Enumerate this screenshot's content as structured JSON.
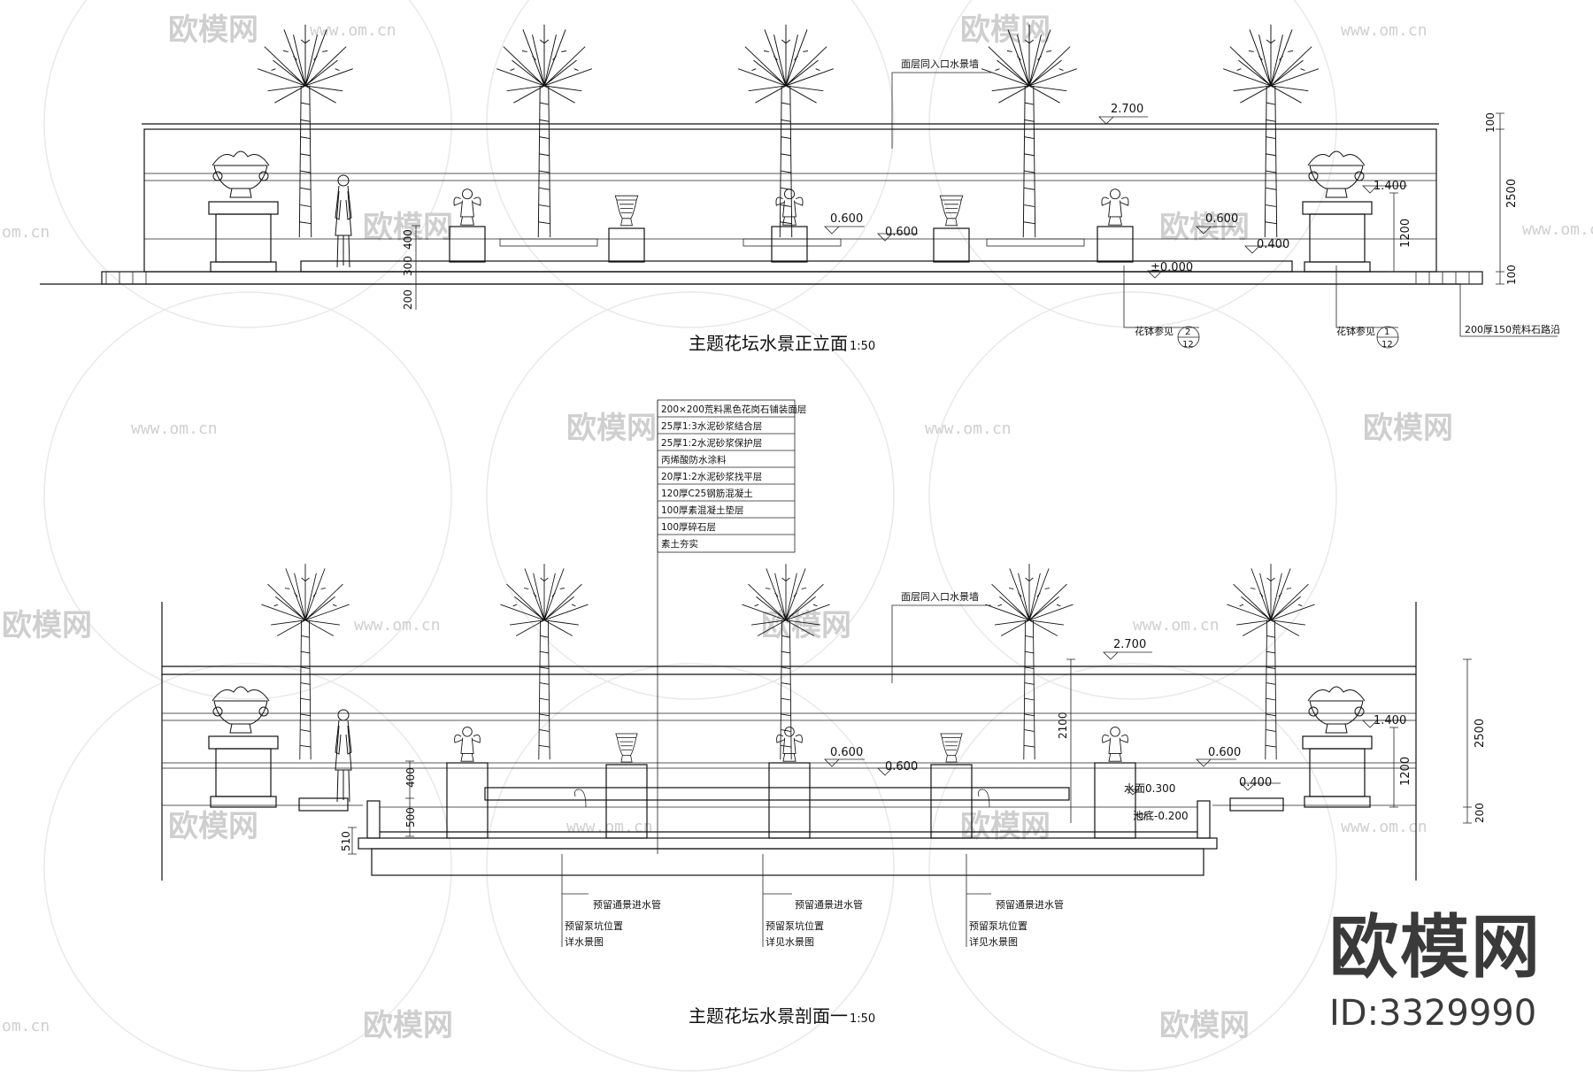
{
  "watermark": {
    "url": "www.om.cn",
    "url_partial": "om.cn",
    "logo_text": "欧模网"
  },
  "elevation": {
    "title": "主题花坛水景正立面",
    "scale": "1:50",
    "callout_top": "面层同入口水景墙",
    "levels": [
      "2.700",
      "1.400",
      "0.600",
      "0.600",
      "0.600",
      "0.400",
      "±0.000"
    ],
    "dims": [
      "100",
      "2500",
      "1200",
      "100",
      "200",
      "400",
      "300"
    ],
    "refs": [
      {
        "label": "花钵参见",
        "num": "2",
        "den": "12"
      },
      {
        "label": "花钵参见",
        "num": "1",
        "den": "12"
      }
    ],
    "paving_note": "200厚150荒料石路沿"
  },
  "section": {
    "title": "主题花坛水景剖面一",
    "scale": "1:50",
    "callout_top": "面层同入口水景墙",
    "layers": [
      "200×200荒料黑色花岗石铺装面层",
      "25厚1:3水泥砂浆结合层",
      "25厚1:2水泥砂浆保护层",
      "丙烯酸防水涂料",
      "20厚1:2水泥砂浆找平层",
      "120厚C25钢筋混凝土",
      "100厚素混凝土垫层",
      "100厚碎石层",
      "素土夯实"
    ],
    "levels": [
      "2.700",
      "1.400",
      "0.600",
      "0.600",
      "0.600",
      "0.400",
      "水面0.300",
      "池底-0.200"
    ],
    "dims": [
      "2100",
      "2500",
      "1200",
      "400",
      "500",
      "200",
      "510"
    ],
    "pipe_notes": [
      {
        "line1": "预留通景进水管",
        "line2": "预留泵坑位置",
        "line3": "详水景图"
      },
      {
        "line1": "预留通景进水管",
        "line2": "预留泵坑位置",
        "line3": "详见水景图"
      },
      {
        "line1": "预留通景进水管",
        "line2": "预留泵坑位置",
        "line3": "详见水景图"
      }
    ]
  },
  "brand": {
    "name": "欧模网",
    "id": "ID:3329990"
  }
}
